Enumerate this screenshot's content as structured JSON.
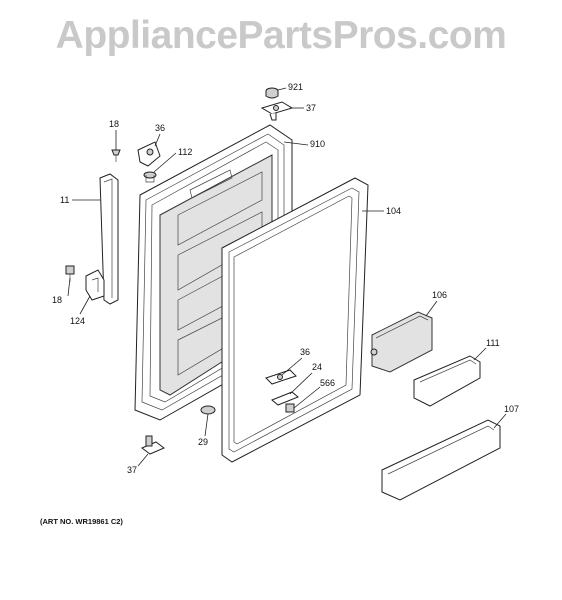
{
  "watermark": "AppliancePartsPros.com",
  "art_number": "(ART NO. WR19861 C2)",
  "callouts": {
    "c921": "921",
    "c37_top": "37",
    "c18_top": "18",
    "c36_top": "36",
    "c910": "910",
    "c112": "112",
    "c11": "11",
    "c104": "104",
    "c18_bottom": "18",
    "c124": "124",
    "c106": "106",
    "c36_mid": "36",
    "c111": "111",
    "c24": "24",
    "c566": "566",
    "c107": "107",
    "c29": "29",
    "c37_bottom": "37"
  }
}
